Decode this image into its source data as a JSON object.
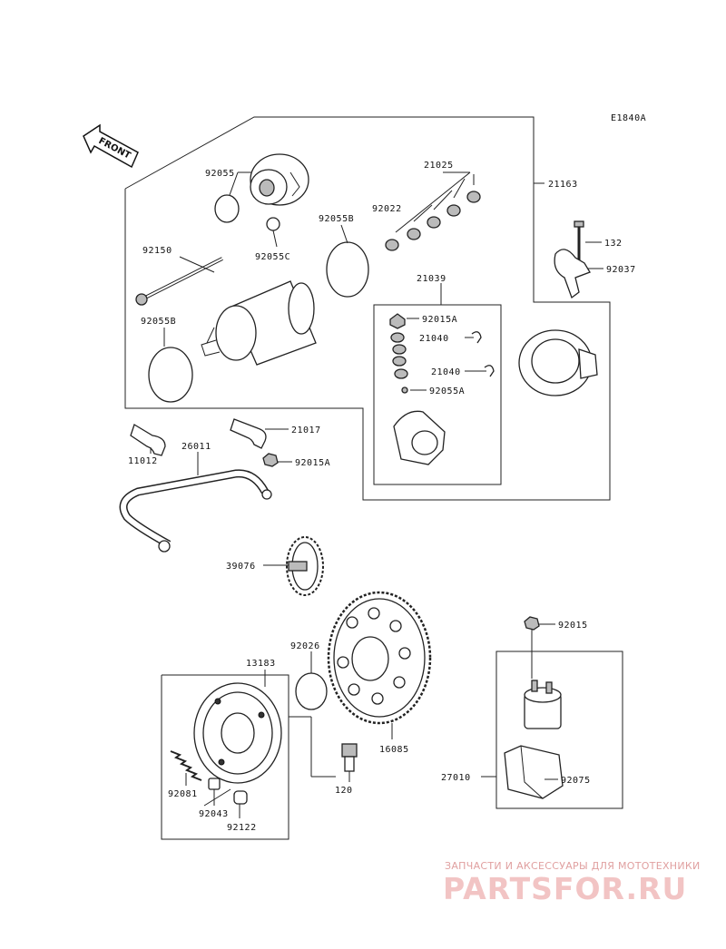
{
  "diagram": {
    "code": "E1840A",
    "front_label": "FRONT",
    "labels": {
      "p21163": "21163",
      "p92055": "92055",
      "p21025": "21025",
      "p92022": "92022",
      "p92055B_top": "92055B",
      "p92055C": "92055C",
      "p92150": "92150",
      "p132": "132",
      "p92037": "92037",
      "p21039": "21039",
      "p92055B_left": "92055B",
      "p92015A_top": "92015A",
      "p21040_a": "21040",
      "p21040_b": "21040",
      "p92055A": "92055A",
      "p21017": "21017",
      "p11012": "11012",
      "p26011": "26011",
      "p92015A_bot": "92015A",
      "p39076": "39076",
      "p92026": "92026",
      "p13183": "13183",
      "p16085": "16085",
      "p92015": "92015",
      "p120": "120",
      "p27010": "27010",
      "p92075": "92075",
      "p92081": "92081",
      "p92043": "92043",
      "p92122": "92122"
    }
  },
  "watermark": {
    "subtitle": "ЗАПЧАСТИ И АКСЕССУАРЫ ДЛЯ МОТОТЕХНИКИ",
    "logo": "PARTSFOR.RU"
  }
}
